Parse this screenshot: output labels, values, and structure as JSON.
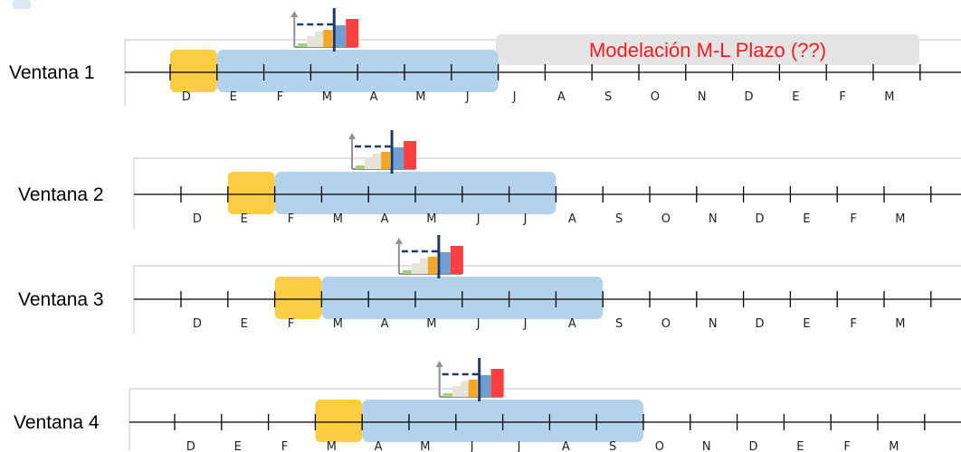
{
  "colors": {
    "training_band": "#b3d2ec",
    "gap_band": "#fccd43",
    "future_band": "#e4e4e4",
    "axis": "#000000",
    "frame": "#cfcfcf",
    "note_text": "#ff1a1a",
    "cutoff_line": "#1f3a66",
    "dashed_line": "#1f3a66",
    "mini_bar_gray": "#e8e3d8",
    "mini_bar_orange": "#f6a623",
    "mini_bar_blue": "#6e9fd0",
    "mini_bar_red": "#ff4040",
    "mini_bar_green": "#9fd17a",
    "mini_axis": "#909090",
    "corner_tab": "#dbe9f6"
  },
  "months": [
    "D",
    "E",
    "F",
    "M",
    "A",
    "M",
    "J",
    "J",
    "A",
    "S",
    "O",
    "N",
    "D",
    "E",
    "F",
    "M"
  ],
  "future_note": "Modelación M-L Plazo (??)",
  "windows": [
    {
      "label": "Ventana 1",
      "gap_month_index": 0,
      "training_months": 6
    },
    {
      "label": "Ventana 2",
      "gap_month_index": 1,
      "training_months": 6
    },
    {
      "label": "Ventana 3",
      "gap_month_index": 2,
      "training_months": 6
    },
    {
      "label": "Ventana 4",
      "gap_month_index": 3,
      "training_months": 6
    }
  ],
  "icons": {
    "mini_chart": "bar-chart-icon",
    "corner": "tab-icon"
  }
}
